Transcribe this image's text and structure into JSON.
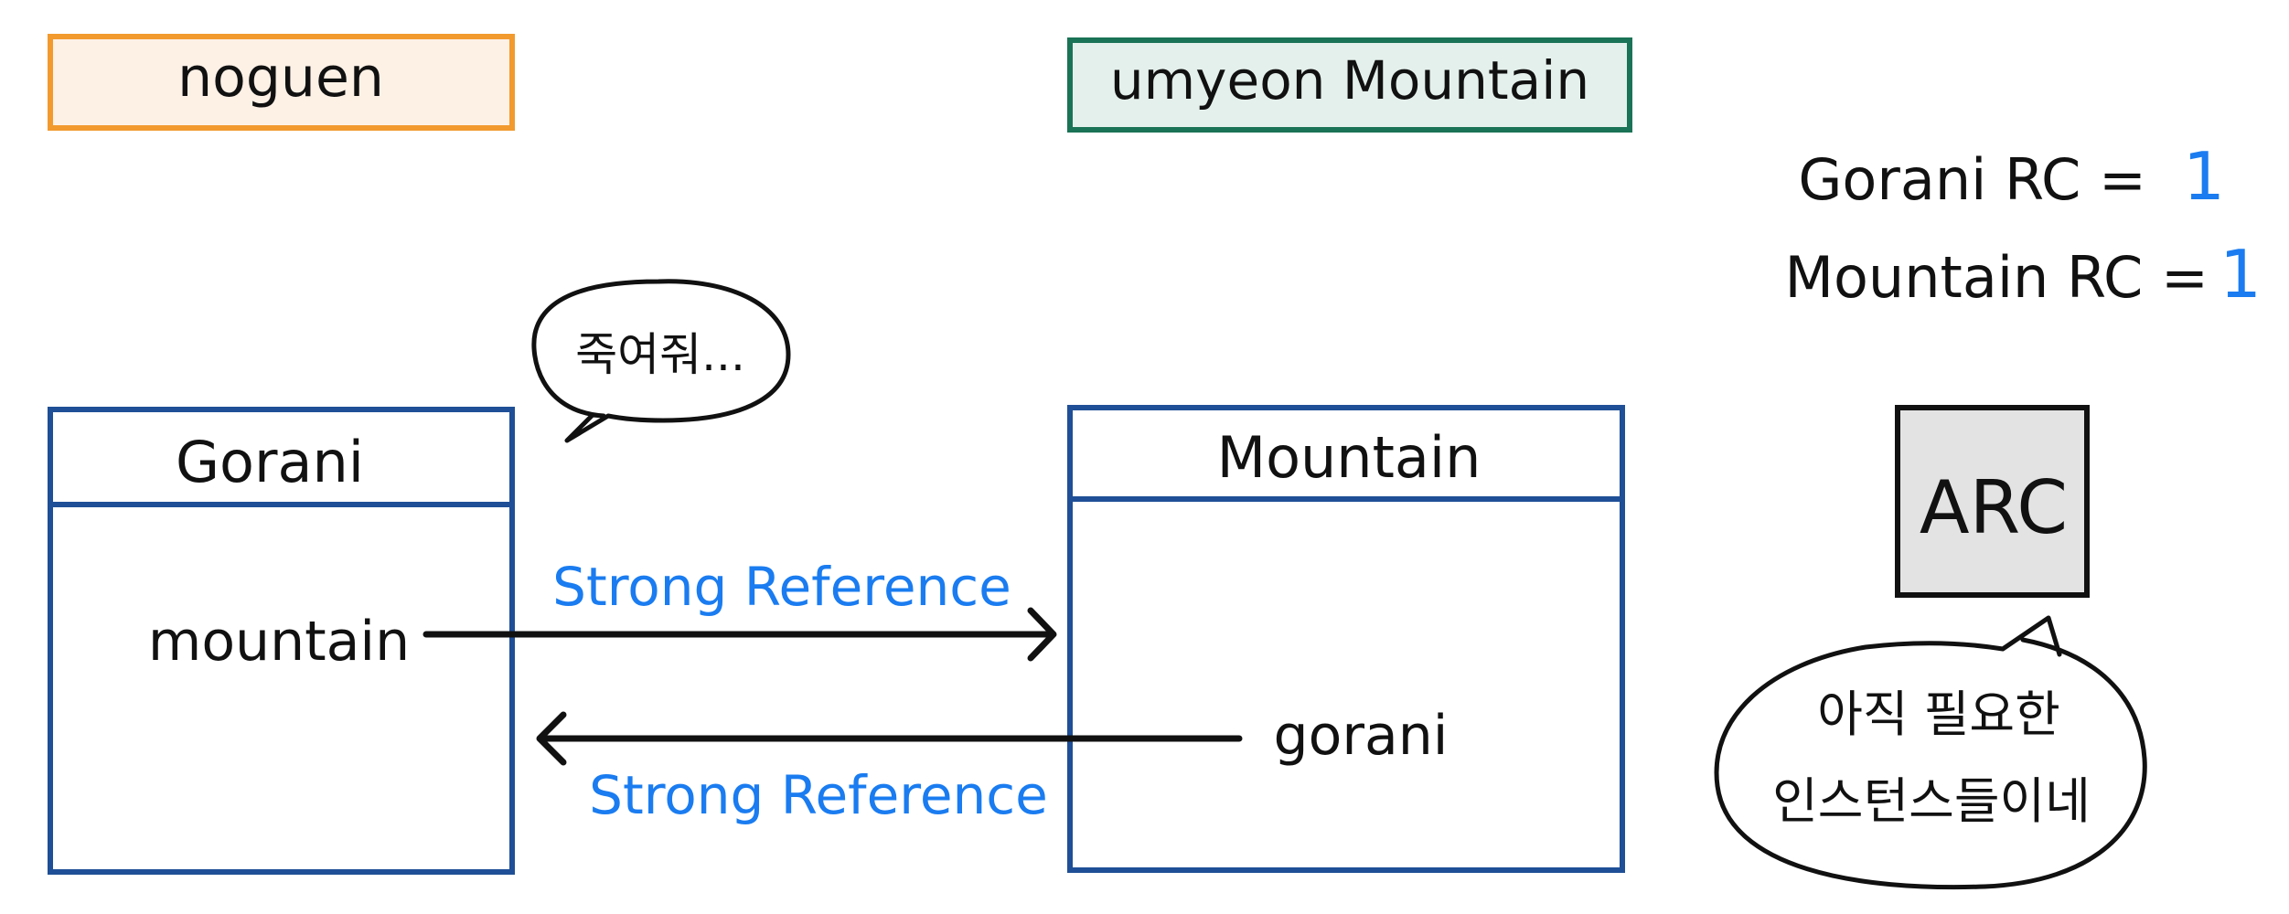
{
  "owners": {
    "left": {
      "name": "noguen",
      "fill": "#fdf1e6",
      "border": "#f29a2e"
    },
    "right": {
      "name": "umyeon Mountain",
      "fill": "#e4f0ec",
      "border": "#1a7356"
    }
  },
  "classes": {
    "gorani": {
      "title": "Gorani",
      "property": "mountain"
    },
    "mountain": {
      "title": "Mountain",
      "property": "gorani"
    },
    "border_color": "#1f4f96"
  },
  "references": {
    "top": {
      "label": "Strong Reference"
    },
    "bottom": {
      "label": "Strong Reference"
    },
    "label_color": "#1a7cf0"
  },
  "speech": {
    "gorani_bubble": "죽여줘...",
    "arc_bubble_line1": "아직 필요한",
    "arc_bubble_line2": "인스턴스들이네"
  },
  "ref_counts": {
    "gorani": {
      "label": "Gorani RC =",
      "value": "1"
    },
    "mountain": {
      "label": "Mountain RC =",
      "value": "1"
    }
  },
  "arc": {
    "label": "ARC",
    "fill": "#e3e3e3"
  }
}
